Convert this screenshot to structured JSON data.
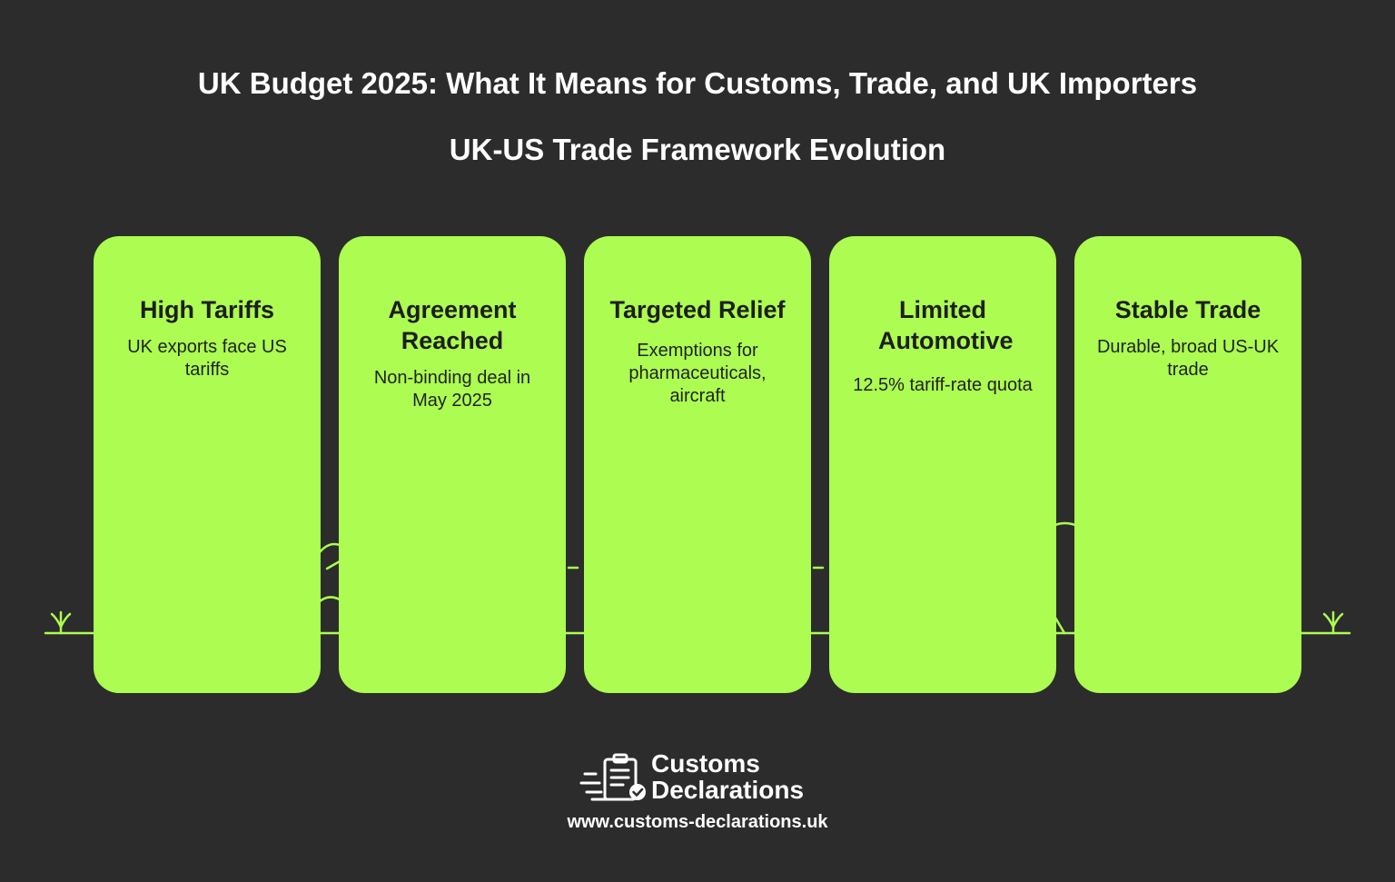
{
  "header": {
    "title": "UK Budget 2025: What It Means for Customs, Trade, and UK Importers",
    "subtitle": "UK-US Trade Framework Evolution"
  },
  "colors": {
    "background": "#2c2c2c",
    "card": "#acfc52",
    "line": "#acfc52",
    "text_light": "#ffffff",
    "text_dark": "#1e1e1e"
  },
  "stages": [
    {
      "title": "High Tariffs",
      "description": "UK exports face US tariffs"
    },
    {
      "title": "Agreement Reached",
      "description": "Non-binding deal in May 2025"
    },
    {
      "title": "Targeted Relief",
      "description": "Exemptions for pharmaceuticals, aircraft"
    },
    {
      "title": "Limited Automotive",
      "description": "12.5% tariff-rate quota"
    },
    {
      "title": "Stable Trade",
      "description": "Durable, broad US-UK trade"
    }
  ],
  "footer": {
    "logo_icon": "clipboard-check-icon",
    "logo_line1": "Customs",
    "logo_line2": "Declarations",
    "url": "www.customs-declarations.uk"
  }
}
